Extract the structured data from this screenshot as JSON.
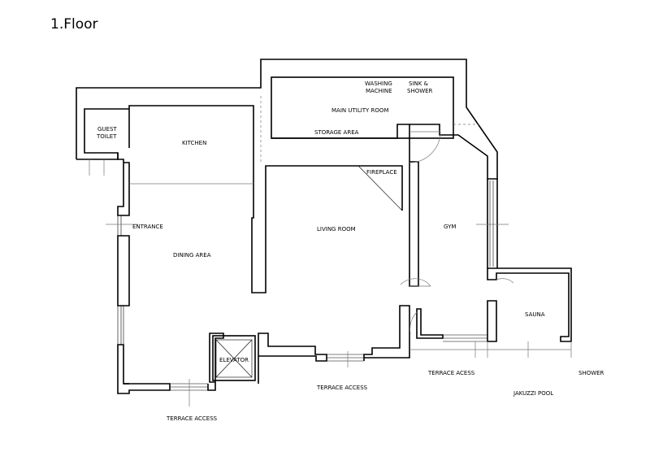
{
  "title": "1.Floor",
  "rooms": {
    "washing_machine_1": "WASHING",
    "washing_machine_2": "MACHINE",
    "sink_shower_1": "SINK &",
    "sink_shower_2": "SHOWER",
    "main_utility": "MAIN UTILITY ROOM",
    "storage": "STORAGE AREA",
    "guest_toilet_1": "GUEST",
    "guest_toilet_2": "TOILET",
    "kitchen": "KITCHEN",
    "fireplace": "FIREPLACE",
    "entrance": "ENTRANCE",
    "living_room": "LIVING ROOM",
    "gym": "GYM",
    "dining_area": "DINING AREA",
    "sauna": "SAUNA",
    "elevator": "ELEVATOR",
    "terrace_access_mid": "TERRACE ACCESS",
    "terrace_access_right": "TERRACE ACESS",
    "shower": "SHOWER",
    "jakuzzi_pool": "JAKUZZI POOL",
    "terrace_access_bottom": "TERRACE ACCESS"
  }
}
